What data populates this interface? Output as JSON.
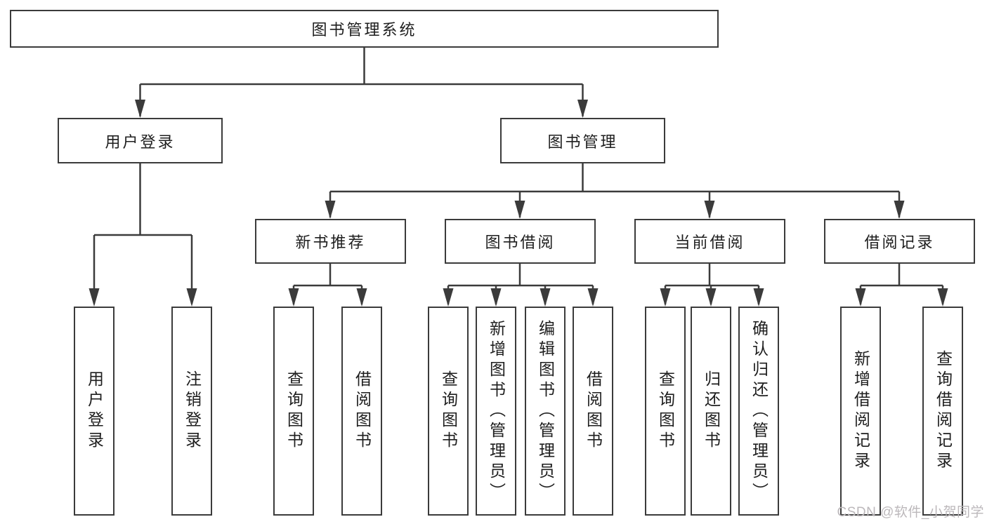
{
  "diagram": {
    "root": {
      "label": "图书管理系统"
    },
    "level2": {
      "user_login": {
        "label": "用户登录"
      },
      "book_management": {
        "label": "图书管理"
      }
    },
    "level3": {
      "new_book_recommend": {
        "label": "新书推荐",
        "parent": "图书管理"
      },
      "book_borrow": {
        "label": "图书借阅",
        "parent": "图书管理"
      },
      "current_borrow": {
        "label": "当前借阅",
        "parent": "图书管理"
      },
      "borrow_records": {
        "label": "借阅记录",
        "parent": "图书管理"
      }
    },
    "leaves": [
      {
        "label": "用户登录",
        "parent": "用户登录"
      },
      {
        "label": "注销登录",
        "parent": "用户登录"
      },
      {
        "label": "查询图书",
        "parent": "新书推荐"
      },
      {
        "label": "借阅图书",
        "parent": "新书推荐"
      },
      {
        "label": "查询图书",
        "parent": "图书借阅"
      },
      {
        "label": "新增图书（管理员）",
        "parent": "图书借阅"
      },
      {
        "label": "编辑图书（管理员）",
        "parent": "图书借阅"
      },
      {
        "label": "借阅图书",
        "parent": "图书借阅"
      },
      {
        "label": "查询图书",
        "parent": "当前借阅"
      },
      {
        "label": "归还图书",
        "parent": "当前借阅"
      },
      {
        "label": "确认归还（管理员）",
        "parent": "当前借阅"
      },
      {
        "label": "新增借阅记录",
        "parent": "借阅记录"
      },
      {
        "label": "查询借阅记录",
        "parent": "借阅记录"
      }
    ]
  },
  "watermark": {
    "text": "CSDN @软件_小贺同学"
  },
  "colors": {
    "background": "#ffffff",
    "line": "#3b3b3b",
    "box_border": "#3b3b3b",
    "text": "#1e1e1e",
    "watermark": "#bcb8bb"
  }
}
